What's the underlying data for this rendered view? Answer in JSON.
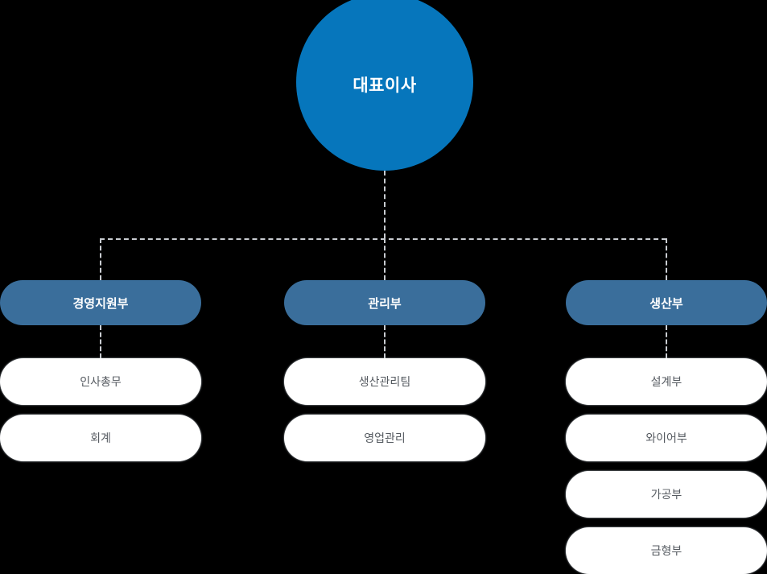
{
  "chart": {
    "type": "org-chart",
    "background_color": "#000000",
    "root": {
      "label": "대표이사",
      "shape": "circle",
      "fill_color": "#0676BC",
      "text_color": "#FFFFFF"
    },
    "connector": {
      "style": "dashed",
      "color": "#C9CCD1"
    },
    "department_style": {
      "shape": "rounded-pill",
      "fill_color": "#3A6E9B",
      "text_color": "#FFFFFF"
    },
    "sub_item_style": {
      "shape": "rounded-pill",
      "fill_color": "#FFFFFF",
      "text_color": "#555A60"
    },
    "departments": [
      {
        "label": "경영지원부",
        "children": [
          {
            "label": "인사총무"
          },
          {
            "label": "회계"
          }
        ]
      },
      {
        "label": "관리부",
        "children": [
          {
            "label": "생산관리팀"
          },
          {
            "label": "영업관리"
          }
        ]
      },
      {
        "label": "생산부",
        "children": [
          {
            "label": "설계부"
          },
          {
            "label": "와이어부"
          },
          {
            "label": "가공부"
          },
          {
            "label": "금형부"
          }
        ]
      }
    ]
  }
}
